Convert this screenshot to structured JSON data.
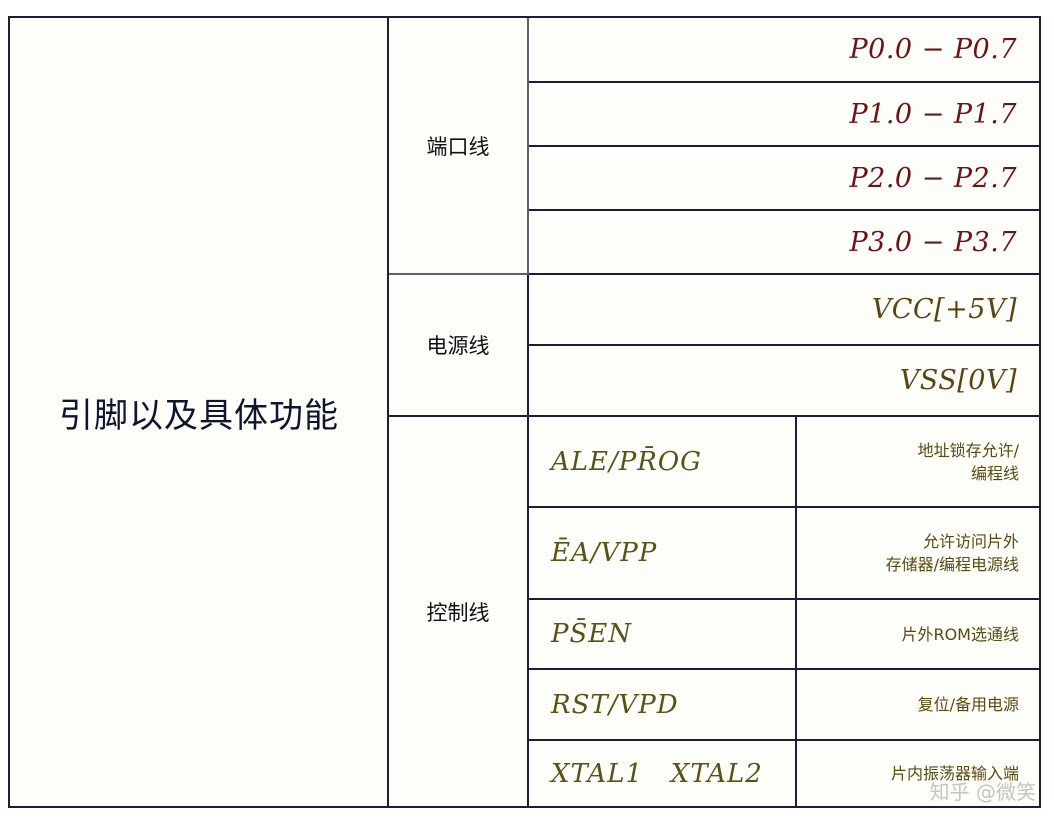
{
  "title": "引脚以及具体功能",
  "groups": {
    "port": "端口线",
    "power": "电源线",
    "control": "控制线"
  },
  "ports": [
    "P0.0 − P0.7",
    "P1.0 − P1.7",
    "P2.0 − P2.7",
    "P3.0 − P3.7"
  ],
  "power": [
    "VCC[+5V]",
    "VSS[0V]"
  ],
  "control": [
    {
      "signal": "ALE/PR̄OG",
      "desc": "地址锁存允许/\n编程线"
    },
    {
      "signal": "ĒA/VPP",
      "desc": "允许访问片外\n存储器/编程电源线"
    },
    {
      "signal": "PS̄EN",
      "desc": "片外ROM选通线"
    },
    {
      "signal": "RST/VPD",
      "desc": "复位/备用电源"
    },
    {
      "signal": "XTAL1   XTAL2",
      "desc": "片内振荡器输入端"
    }
  ],
  "watermark": "知乎 @微笑",
  "colors": {
    "border": "#1b1d3a",
    "port_text": "#6b1414",
    "power_text": "#5c4412",
    "control_text": "#5a5116"
  }
}
